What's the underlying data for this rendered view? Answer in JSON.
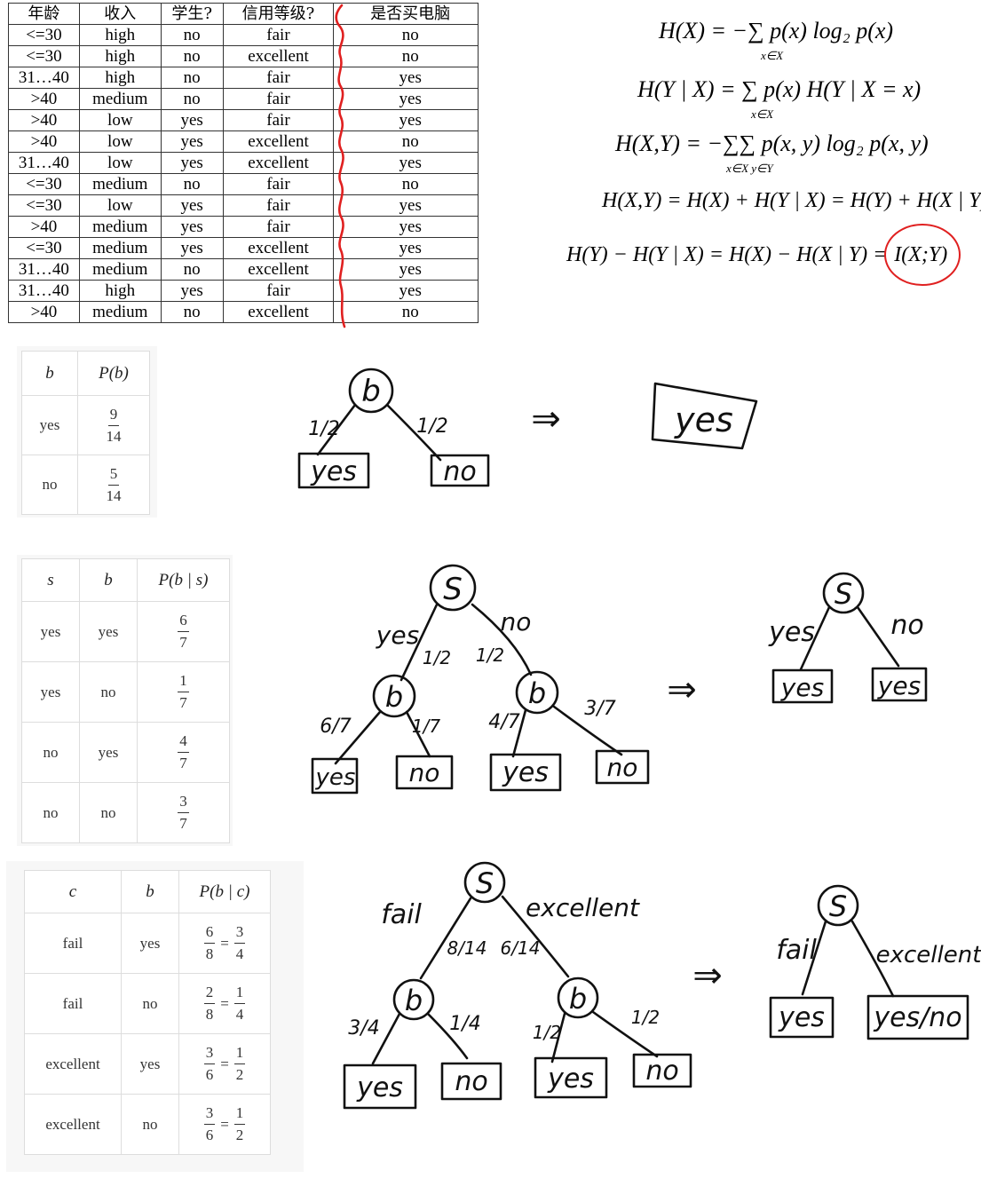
{
  "main_table": {
    "headers": [
      "年龄",
      "收入",
      "学生?",
      "信用等级?",
      "是否买电脑"
    ],
    "rows": [
      [
        "<=30",
        "high",
        "no",
        "fair",
        "no"
      ],
      [
        "<=30",
        "high",
        "no",
        "excellent",
        "no"
      ],
      [
        "31…40",
        "high",
        "no",
        "fair",
        "yes"
      ],
      [
        ">40",
        "medium",
        "no",
        "fair",
        "yes"
      ],
      [
        ">40",
        "low",
        "yes",
        "fair",
        "yes"
      ],
      [
        ">40",
        "low",
        "yes",
        "excellent",
        "no"
      ],
      [
        "31…40",
        "low",
        "yes",
        "excellent",
        "yes"
      ],
      [
        "<=30",
        "medium",
        "no",
        "fair",
        "no"
      ],
      [
        "<=30",
        "low",
        "yes",
        "fair",
        "yes"
      ],
      [
        ">40",
        "medium",
        "yes",
        "fair",
        "yes"
      ],
      [
        "<=30",
        "medium",
        "yes",
        "excellent",
        "yes"
      ],
      [
        "31…40",
        "medium",
        "no",
        "excellent",
        "yes"
      ],
      [
        "31…40",
        "high",
        "yes",
        "fair",
        "yes"
      ],
      [
        ">40",
        "medium",
        "no",
        "excellent",
        "no"
      ]
    ]
  },
  "formulas": {
    "f1": "H(X) = −∑ p(x) log₂ p(x)",
    "f1_sub": "x∈X",
    "f2": "H(Y | X) = ∑ p(x) H(Y | X = x)",
    "f2_sub": "x∈X",
    "f3": "H(X,Y) = −∑∑ p(x, y) log₂ p(x, y)",
    "f3_sub": "x∈X  y∈Y",
    "f4": "H(X,Y) = H(X) + H(Y | X) = H(Y) + H(X | Y)",
    "f5_left": "H(Y) − H(Y | X) = H(X) − H(X | Y) =",
    "f5_right": "I(X;Y)"
  },
  "table_b": {
    "headers": [
      "b",
      "P(b)"
    ],
    "rows": [
      {
        "b": "yes",
        "num": "9",
        "den": "14"
      },
      {
        "b": "no",
        "num": "5",
        "den": "14"
      }
    ]
  },
  "table_s": {
    "headers": [
      "s",
      "b",
      "P(b | s)"
    ],
    "rows": [
      {
        "s": "yes",
        "b": "yes",
        "num": "6",
        "den": "7"
      },
      {
        "s": "yes",
        "b": "no",
        "num": "1",
        "den": "7"
      },
      {
        "s": "no",
        "b": "yes",
        "num": "4",
        "den": "7"
      },
      {
        "s": "no",
        "b": "no",
        "num": "3",
        "den": "7"
      }
    ]
  },
  "table_c": {
    "headers": [
      "c",
      "b",
      "P(b | c)"
    ],
    "rows": [
      {
        "c": "fail",
        "b": "yes",
        "num": "6",
        "den": "8",
        "num2": "3",
        "den2": "4"
      },
      {
        "c": "fail",
        "b": "no",
        "num": "2",
        "den": "8",
        "num2": "1",
        "den2": "4"
      },
      {
        "c": "excellent",
        "b": "yes",
        "num": "3",
        "den": "6",
        "num2": "1",
        "den2": "2"
      },
      {
        "c": "excellent",
        "b": "no",
        "num": "3",
        "den": "6",
        "num2": "1",
        "den2": "2"
      }
    ]
  },
  "sketch1": {
    "root": "b",
    "left_prob": "1/2",
    "right_prob": "1/2",
    "left_leaf": "yes",
    "right_leaf": "no",
    "arrow": "⇒",
    "result": "yes"
  },
  "sketch2": {
    "root": "S",
    "left_edge": "yes",
    "right_edge": "no",
    "left_prob": "1/2",
    "right_prob": "1/2",
    "left_node": "b",
    "right_node": "b",
    "ll_prob": "6/7",
    "lr_prob": "1/7",
    "rl_prob": "4/7",
    "rr_prob": "3/7",
    "leaves": [
      "yes",
      "no",
      "yes",
      "no"
    ],
    "arrow": "⇒",
    "result_root": "S",
    "result_left_edge": "yes",
    "result_right_edge": "no",
    "result_leaves": [
      "yes",
      "yes"
    ]
  },
  "sketch3": {
    "root": "S",
    "left_edge": "fail",
    "right_edge": "excellent",
    "left_prob": "8/14",
    "right_prob": "6/14",
    "left_node": "b",
    "right_node": "b",
    "ll_prob": "3/4",
    "lr_prob": "1/4",
    "rl_prob": "1/2",
    "rr_prob": "1/2",
    "leaves": [
      "yes",
      "no",
      "yes",
      "no"
    ],
    "arrow": "⇒",
    "result_root": "S",
    "result_left_edge": "fail",
    "result_right_edge": "excellent",
    "result_leaves": [
      "yes",
      "yes/no"
    ]
  },
  "colors": {
    "annotation_red": "#e02020",
    "ink": "#111111"
  }
}
